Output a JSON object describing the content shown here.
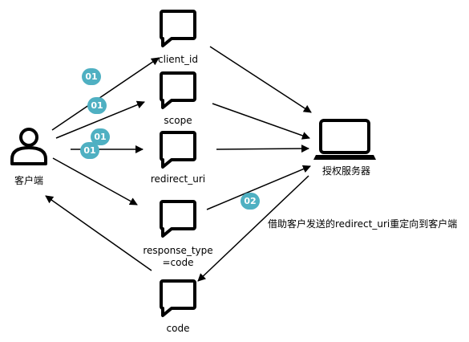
{
  "nodes": {
    "client": {
      "label": "客户端"
    },
    "auth_server": {
      "label": "授权服务器"
    },
    "client_id": {
      "label": "client_id"
    },
    "scope": {
      "label": "scope"
    },
    "redirect_uri": {
      "label": "redirect_uri"
    },
    "response_type": {
      "label_line1": "response_type",
      "label_line2": "=code"
    },
    "code": {
      "label": "code"
    }
  },
  "badges": {
    "b1": "01",
    "b2": "01",
    "b3": "01",
    "b4": "01",
    "b5": "02"
  },
  "annotation": "借助客户发送的redirect_uri重定向到客户端",
  "colors": {
    "badge": "#4fb0c2",
    "stroke": "#000000"
  }
}
